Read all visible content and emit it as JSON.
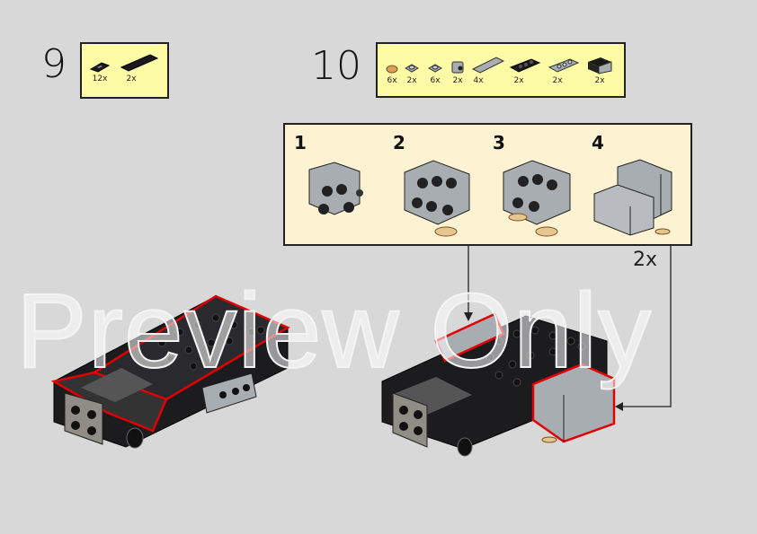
{
  "steps": [
    {
      "number": "9",
      "parts": [
        {
          "qty": "12x",
          "icon": "black-tile-1x2-grille",
          "color": "#1a1a1a"
        },
        {
          "qty": "2x",
          "icon": "black-tile-1x6",
          "color": "#1a1a1a"
        }
      ]
    },
    {
      "number": "10",
      "parts": [
        {
          "qty": "6x",
          "icon": "tan-round-tile-1x1",
          "color": "#d9a35a"
        },
        {
          "qty": "2x",
          "icon": "gray-plate-1x1",
          "color": "#a8adb2"
        },
        {
          "qty": "6x",
          "icon": "gray-plate-1x1",
          "color": "#a8adb2"
        },
        {
          "qty": "2x",
          "icon": "gray-brick-1x1-stud-side",
          "color": "#a8adb2"
        },
        {
          "qty": "4x",
          "icon": "gray-tile-1x4",
          "color": "#a8adb2"
        },
        {
          "qty": "2x",
          "icon": "black-plate-1x3",
          "color": "#1a1a1a"
        },
        {
          "qty": "2x",
          "icon": "gray-plate-1x3",
          "color": "#a8adb2"
        },
        {
          "qty": "2x",
          "icon": "gray-brick-2x2-studs-side",
          "color": "#a8adb2"
        }
      ],
      "substeps": [
        "1",
        "2",
        "3",
        "4"
      ],
      "multiplier": "2x"
    }
  ],
  "watermark": "Preview Only",
  "colors": {
    "background": "#d8d8d8",
    "parts_box": "#fdfba6",
    "substep_box": "#fdf3d3",
    "highlight": "#e00000",
    "black_brick": "#1c1c1f",
    "gray_brick": "#a8adb2"
  }
}
